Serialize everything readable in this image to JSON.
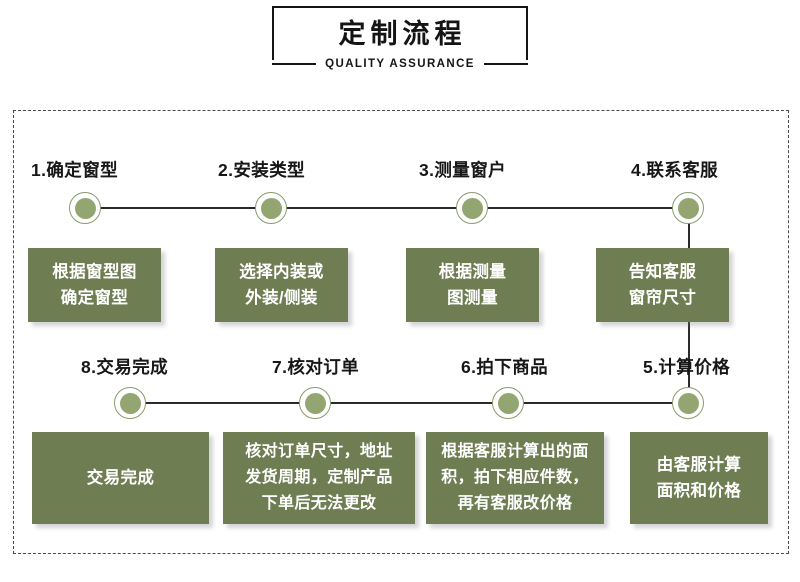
{
  "header": {
    "title": "定制流程",
    "subtitle": "QUALITY ASSURANCE"
  },
  "theme": {
    "box_green": "#6F7D53",
    "node_green": "#93A571",
    "node_ring": "#8A9A6D",
    "line_color": "#2B2B2B",
    "dash_border": "#4A4A4A",
    "text_dark": "#171717",
    "box_text": "#FFFFFF"
  },
  "flow": {
    "row1": [
      {
        "step_label": "1.确定窗型",
        "box_text": "根据窗型图\n确定窗型",
        "node_name": "flow-node-1"
      },
      {
        "step_label": "2.安装类型",
        "box_text": "选择内装或\n外装/侧装",
        "node_name": "flow-node-2"
      },
      {
        "step_label": "3.测量窗户",
        "box_text": "根据测量\n图测量",
        "node_name": "flow-node-3"
      },
      {
        "step_label": "4.联系客服",
        "box_text": "告知客服\n窗帘尺寸",
        "node_name": "flow-node-4"
      }
    ],
    "row2": [
      {
        "step_label": "8.交易完成",
        "box_text": "交易完成",
        "node_name": "flow-node-8"
      },
      {
        "step_label": "7.核对订单",
        "box_text": "核对订单尺寸，地址\n发货周期，定制产品\n下单后无法更改",
        "node_name": "flow-node-7"
      },
      {
        "step_label": "6.拍下商品",
        "box_text": "根据客服计算出的面\n积，拍下相应件数，\n再有客服改价格",
        "node_name": "flow-node-6"
      },
      {
        "step_label": "5.计算价格",
        "box_text": "由客服计算\n面积和价格",
        "node_name": "flow-node-5"
      }
    ]
  }
}
